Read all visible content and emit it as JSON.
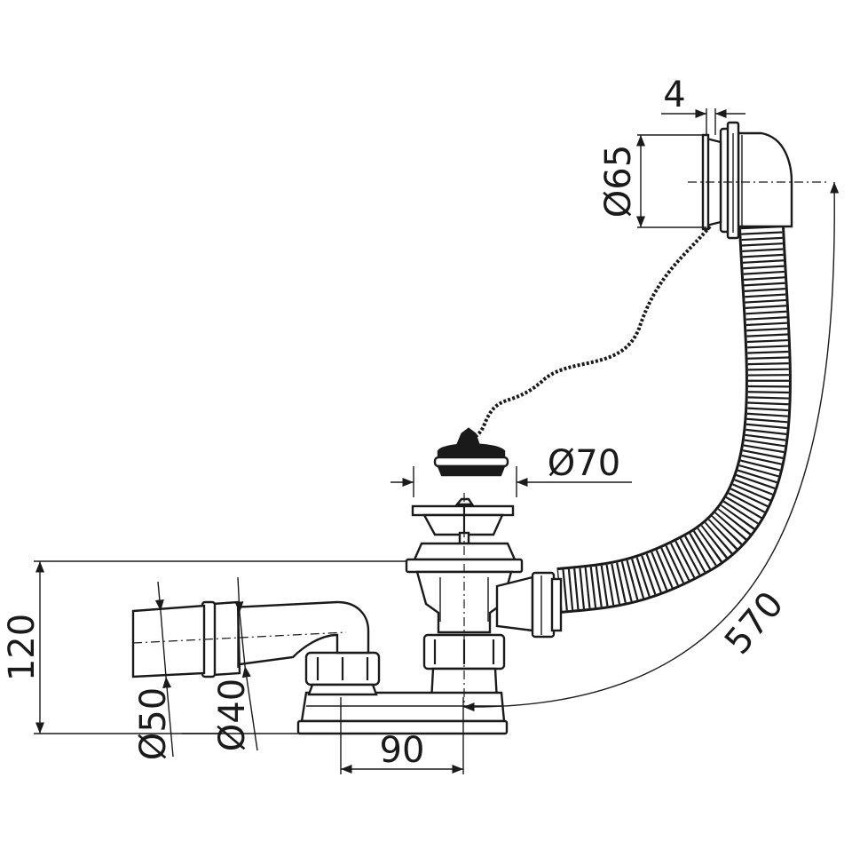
{
  "dimensions": {
    "overflow_thickness": "4",
    "overflow_diameter": "Ø65",
    "plug_diameter": "Ø70",
    "height": "120",
    "hose_length": "570",
    "outlet_outer": "Ø50",
    "outlet_inner": "Ø40",
    "offset": "90"
  },
  "colors": {
    "ink": "#1a1a1a",
    "background": "#ffffff"
  }
}
